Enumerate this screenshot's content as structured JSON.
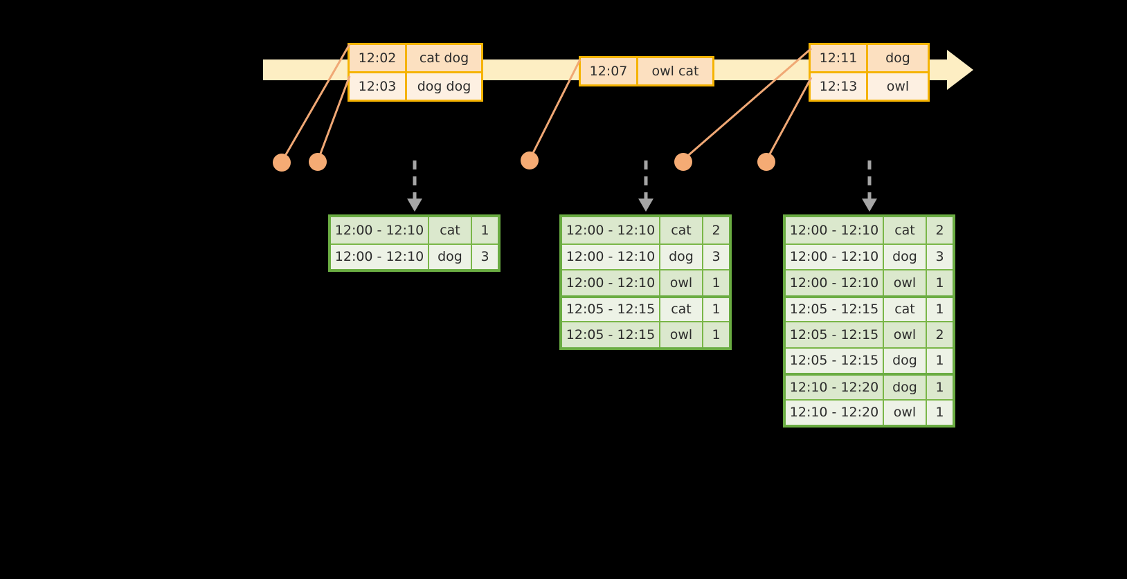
{
  "timeline": {
    "name": "event-stream-timeline",
    "direction": "left-to-right",
    "arrow_color": "#fdeec3"
  },
  "events": [
    {
      "id": "ebox-1",
      "rows": [
        {
          "time": "12:02",
          "value": "cat dog"
        },
        {
          "time": "12:03",
          "value": "dog dog"
        }
      ]
    },
    {
      "id": "ebox-2",
      "rows": [
        {
          "time": "12:07",
          "value": "owl cat"
        }
      ]
    },
    {
      "id": "ebox-3",
      "rows": [
        {
          "time": "12:11",
          "value": "dog"
        },
        {
          "time": "12:13",
          "value": "owl"
        }
      ]
    }
  ],
  "tables": [
    {
      "id": "rtable-1",
      "rows": [
        {
          "window": "12:00 - 12:10",
          "key": "cat",
          "count": "1"
        },
        {
          "window": "12:00 - 12:10",
          "key": "dog",
          "count": "3"
        }
      ]
    },
    {
      "id": "rtable-2",
      "rows": [
        {
          "window": "12:00 - 12:10",
          "key": "cat",
          "count": "2"
        },
        {
          "window": "12:00 - 12:10",
          "key": "dog",
          "count": "3"
        },
        {
          "window": "12:00 - 12:10",
          "key": "owl",
          "count": "1"
        },
        {
          "window": "12:05 - 12:15",
          "key": "cat",
          "count": "1"
        },
        {
          "window": "12:05 - 12:15",
          "key": "owl",
          "count": "1"
        }
      ]
    },
    {
      "id": "rtable-3",
      "rows": [
        {
          "window": "12:00 - 12:10",
          "key": "cat",
          "count": "2"
        },
        {
          "window": "12:00 - 12:10",
          "key": "dog",
          "count": "3"
        },
        {
          "window": "12:00 - 12:10",
          "key": "owl",
          "count": "1"
        },
        {
          "window": "12:05 - 12:15",
          "key": "cat",
          "count": "1"
        },
        {
          "window": "12:05 - 12:15",
          "key": "owl",
          "count": "2"
        },
        {
          "window": "12:05 - 12:15",
          "key": "dog",
          "count": "1"
        },
        {
          "window": "12:10 - 12:20",
          "key": "dog",
          "count": "1"
        },
        {
          "window": "12:10 - 12:20",
          "key": "owl",
          "count": "1"
        }
      ]
    }
  ],
  "colors": {
    "timeline": "#fdeec3",
    "event_border": "#f5b301",
    "event_dark": "#fce0c0",
    "event_light": "#fdf0e2",
    "connector": "#f0a875",
    "dot": "#f5ab74",
    "table_border": "#6aac42",
    "table_dark": "#dbe8cd",
    "table_light": "#edf2e6",
    "arrow_gray": "#a6a6a6",
    "background": "#000000"
  }
}
